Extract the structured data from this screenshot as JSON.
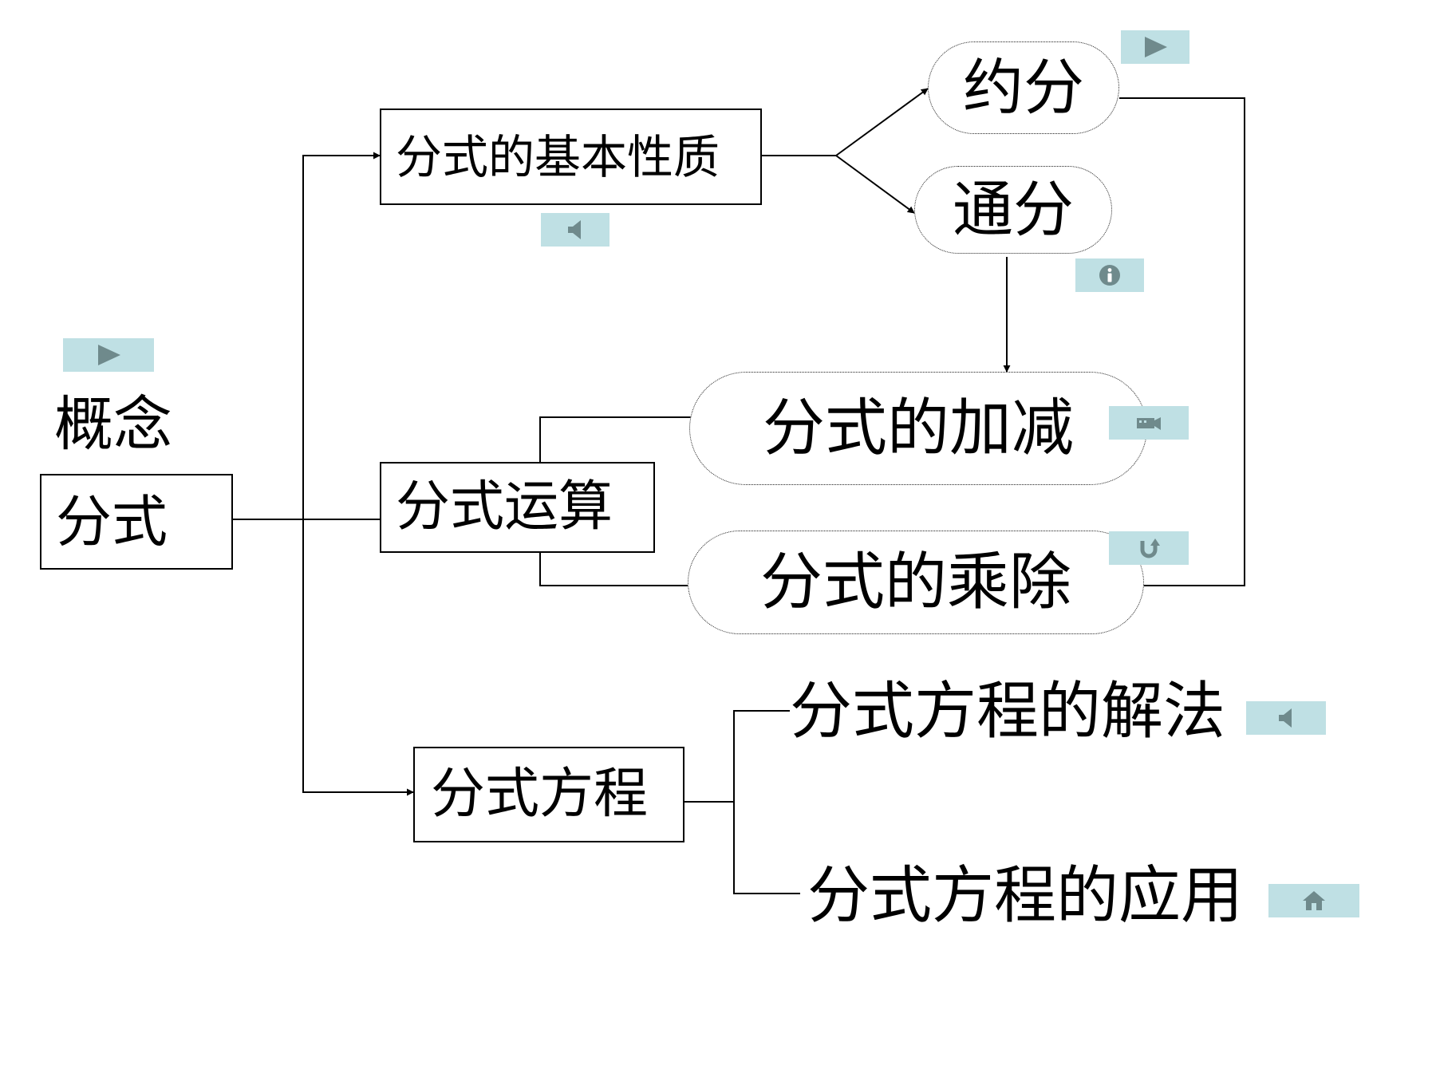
{
  "diagram": {
    "concept_label": "概念",
    "root": "分式",
    "properties": "分式的基本性质",
    "reduce": "约分",
    "common_denominator": "通分",
    "operations": "分式运算",
    "add_subtract": "分式的加减",
    "multiply_divide": "分式的乘除",
    "equation": "分式方程",
    "equation_solving": "分式方程的解法",
    "equation_application": "分式方程的应用"
  },
  "action_buttons": [
    {
      "icon": "play-icon"
    },
    {
      "icon": "play-icon"
    },
    {
      "icon": "sound-icon"
    },
    {
      "icon": "info-icon"
    },
    {
      "icon": "movie-icon"
    },
    {
      "icon": "return-icon"
    },
    {
      "icon": "sound-icon"
    },
    {
      "icon": "home-icon"
    }
  ],
  "colors": {
    "button_bg": "#bfe0e4",
    "icon": "#6f8a8c",
    "line": "#000000"
  }
}
